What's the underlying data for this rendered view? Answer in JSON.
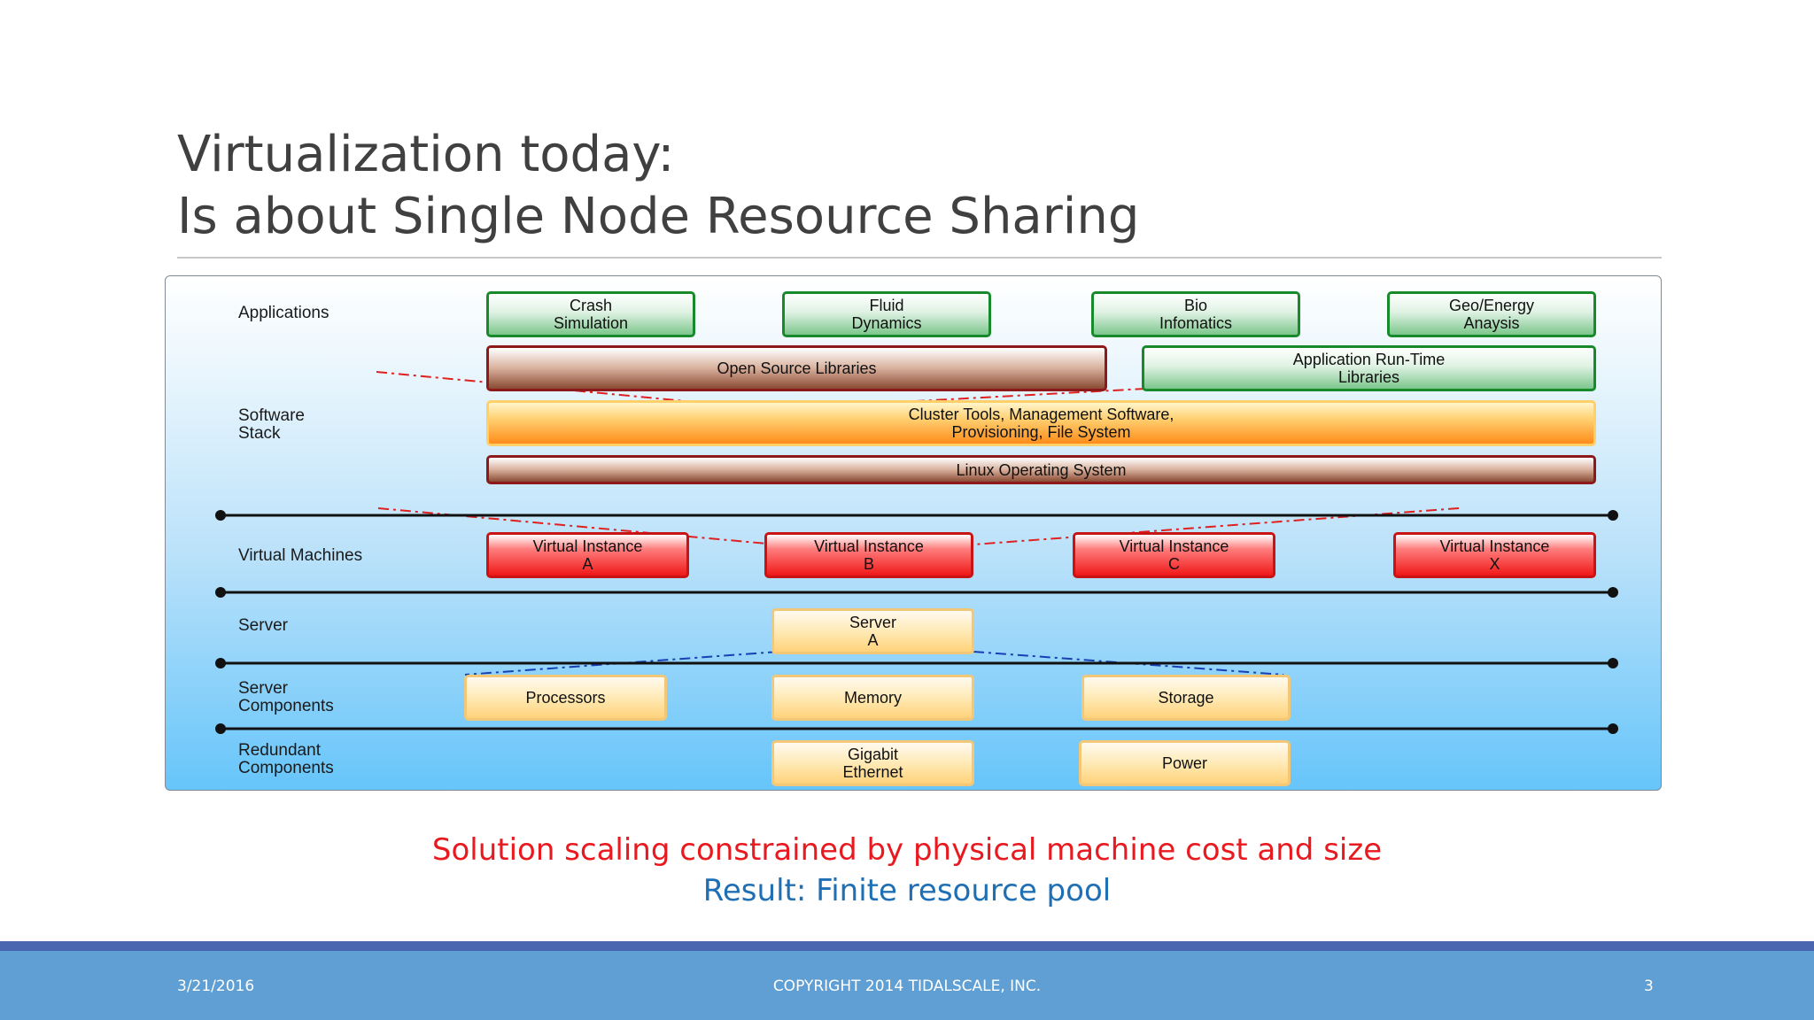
{
  "slide": {
    "title_line1": "Virtualization today:",
    "title_line2": "Is about Single Node Resource Sharing",
    "statement": "Solution scaling constrained by physical machine cost and size",
    "result": "Result: Finite resource pool",
    "colors": {
      "statement": "#e8191f",
      "result": "#1f6fb5",
      "footer": "#5f9fd3",
      "footer_strip": "#4a66b0"
    }
  },
  "diagram": {
    "labels": {
      "applications": "Applications",
      "software_stack": "Software\nStack",
      "virtual_machines": "Virtual Machines",
      "server": "Server",
      "server_components": "Server\nComponents",
      "redundant_components": "Redundant\nComponents"
    },
    "applications": [
      "Crash\nSimulation",
      "Fluid\nDynamics",
      "Bio\nInfomatics",
      "Geo/Energy\nAnaysis"
    ],
    "libraries": {
      "open_source": "Open Source Libraries",
      "runtime": "Application Run-Time\nLibraries"
    },
    "cluster_tools": "Cluster Tools, Management Software,\nProvisioning, File System",
    "os": "Linux Operating System",
    "virtual_instances": [
      "Virtual Instance\nA",
      "Virtual Instance\nB",
      "Virtual Instance\nC",
      "Virtual Instance\nX"
    ],
    "server": "Server\nA",
    "components": [
      "Processors",
      "Memory",
      "Storage"
    ],
    "redundant": [
      "Gigabit\nEthernet",
      "Power"
    ]
  },
  "footer": {
    "date": "3/21/2016",
    "copyright": "COPYRIGHT 2014 TIDALSCALE, INC.",
    "page": "3"
  }
}
